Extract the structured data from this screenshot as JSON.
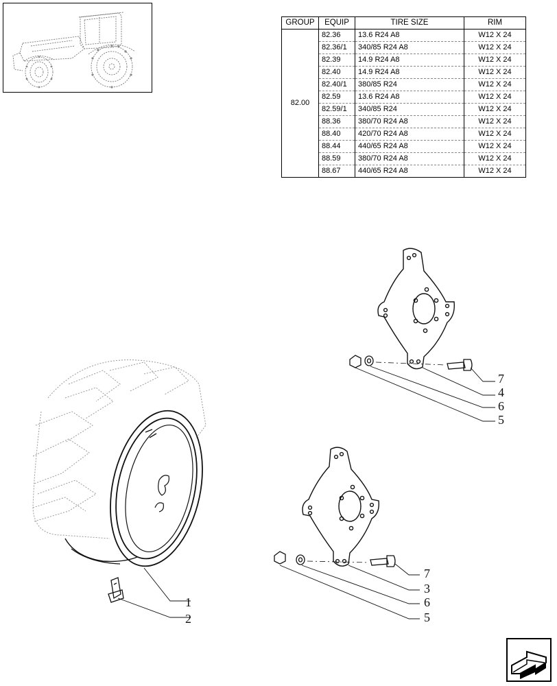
{
  "table": {
    "headers": {
      "group": "GROUP",
      "equip": "EQUIP",
      "tire_size": "TIRE SIZE",
      "rim": "RIM"
    },
    "group": "82.00",
    "rows": [
      {
        "equip": "82.36",
        "tire": "13.6 R24 A8",
        "rim": "W12 X 24"
      },
      {
        "equip": "82.36/1",
        "tire": "340/85 R24 A8",
        "rim": "W12 X 24"
      },
      {
        "equip": "82.39",
        "tire": "14.9 R24 A8",
        "rim": "W12 X 24"
      },
      {
        "equip": "82.40",
        "tire": "14.9 R24 A8",
        "rim": "W12 X 24"
      },
      {
        "equip": "82.40/1",
        "tire": "380/85 R24",
        "rim": "W12 X 24"
      },
      {
        "equip": "82.59",
        "tire": "13.6 R24 A8",
        "rim": "W12 X 24"
      },
      {
        "equip": "82.59/1",
        "tire": "340/85 R24",
        "rim": "W12 X 24"
      },
      {
        "equip": "88.36",
        "tire": "380/70 R24 A8",
        "rim": "W12 X 24"
      },
      {
        "equip": "88.40",
        "tire": "420/70 R24 A8",
        "rim": "W12 X 24"
      },
      {
        "equip": "88.44",
        "tire": "440/65 R24 A8",
        "rim": "W12 X 24"
      },
      {
        "equip": "88.59",
        "tire": "380/70 R24 A8",
        "rim": "W12 X 24"
      },
      {
        "equip": "88.67",
        "tire": "440/65 R24 A8",
        "rim": "W12 X 24"
      }
    ]
  },
  "callouts": {
    "c1": "1",
    "c2": "2",
    "upper": {
      "c7": "7",
      "c4": "4",
      "c6": "6",
      "c5": "5"
    },
    "lower": {
      "c7": "7",
      "c3": "3",
      "c6": "6",
      "c5": "5"
    }
  },
  "icons": {
    "thumbnail": "tractor-thumbnail-icon",
    "navigation": "next-page-arrow-icon"
  }
}
